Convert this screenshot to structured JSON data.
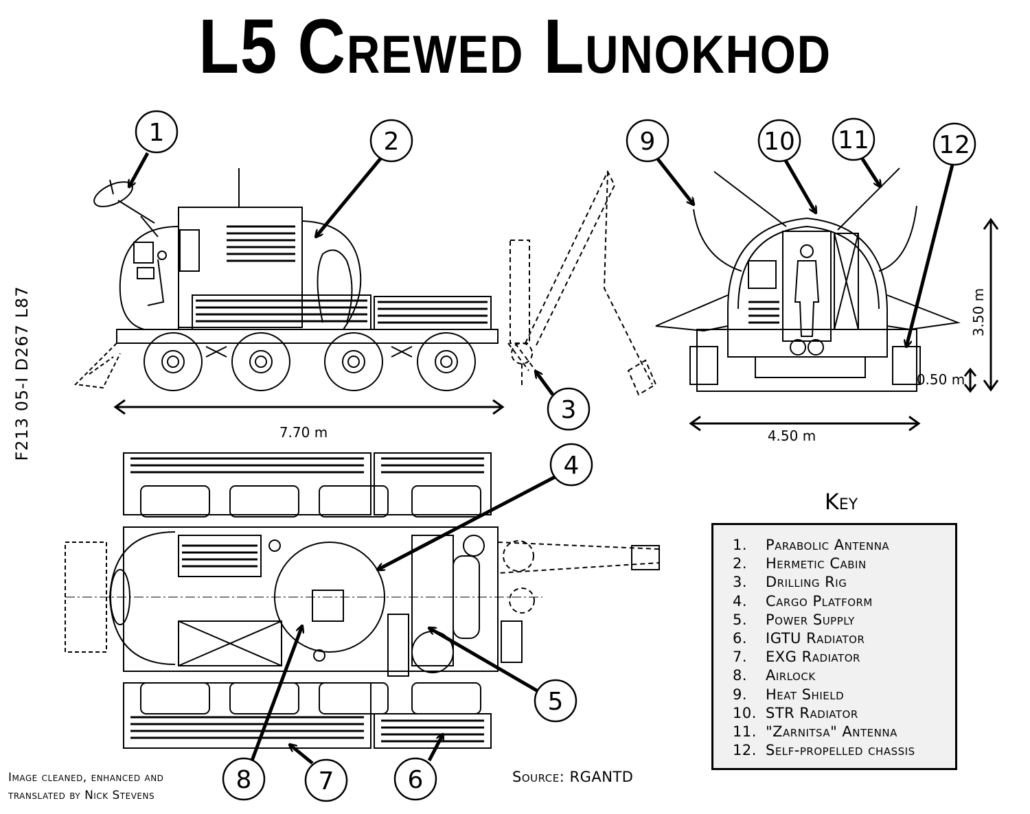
{
  "title": "L5 Crewed Lunokhod",
  "side_code": "F213 05-I D267 L87",
  "callouts": [
    "1",
    "2",
    "3",
    "4",
    "5",
    "6",
    "7",
    "8",
    "9",
    "10",
    "11",
    "12"
  ],
  "dimensions": {
    "length": "7.70 m",
    "width": "4.50 m",
    "height": "3.50 m",
    "clearance": "0.50 m"
  },
  "key": {
    "title": "Key",
    "items": [
      {
        "num": "1.",
        "label": "Parabolic Antenna"
      },
      {
        "num": "2.",
        "label": "Hermetic Cabin"
      },
      {
        "num": "3.",
        "label": "Drilling Rig"
      },
      {
        "num": "4.",
        "label": "Cargo Platform"
      },
      {
        "num": "5.",
        "label": "Power Supply"
      },
      {
        "num": "6.",
        "label": "IGTU Radiator"
      },
      {
        "num": "7.",
        "label": "EXG Radiator"
      },
      {
        "num": "8.",
        "label": "Airlock"
      },
      {
        "num": "9.",
        "label": "Heat Shield"
      },
      {
        "num": "10.",
        "label": "STR Radiator"
      },
      {
        "num": "11.",
        "label": "\"Zarnitsa\" Antenna"
      },
      {
        "num": "12.",
        "label": "Self-propelled chassis"
      }
    ]
  },
  "credit": "Image cleaned, enhanced and translated by Nick Stevens",
  "source": "Source: RGANTD"
}
